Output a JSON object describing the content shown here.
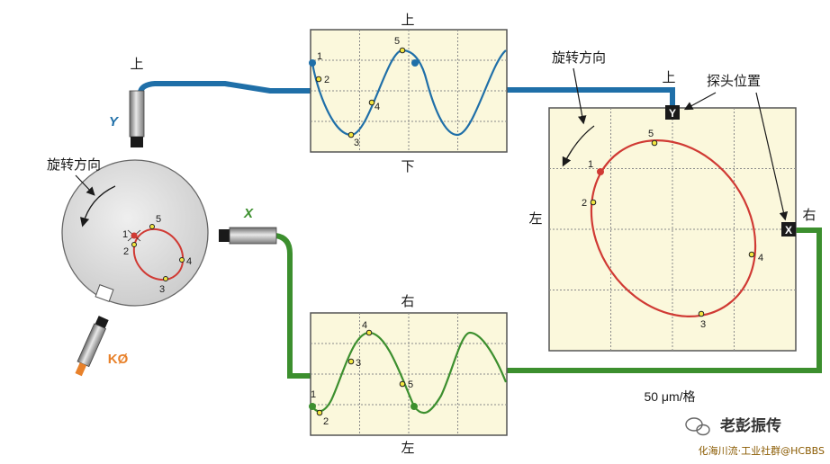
{
  "labels": {
    "y_top_probe": "上",
    "y_scope_top": "上",
    "y_scope_bottom": "下",
    "rotation_left": "旋转方向",
    "rotation_right": "旋转方向",
    "probe_position": "探头位置",
    "orbit_up": "上",
    "orbit_left": "左",
    "orbit_right": "右",
    "x_scope_top": "右",
    "x_scope_bottom": "左",
    "scale": "50 μm/格"
  },
  "probes": {
    "y": "Y",
    "x": "X",
    "keyphasor": "KØ",
    "y_box": "Y",
    "x_box": "X"
  },
  "points": [
    "1",
    "2",
    "3",
    "4",
    "5"
  ],
  "watermark": {
    "title": "老彭振传",
    "subtitle": "化海川流·工业社群@HCBBS"
  },
  "colors": {
    "y_signal": "#1f6fa8",
    "x_signal": "#3c8f2e",
    "orbit": "#d03a34",
    "scope_bg": "#fbf8dc",
    "keyphasor": "#e8812a",
    "point": "#f2e640"
  }
}
